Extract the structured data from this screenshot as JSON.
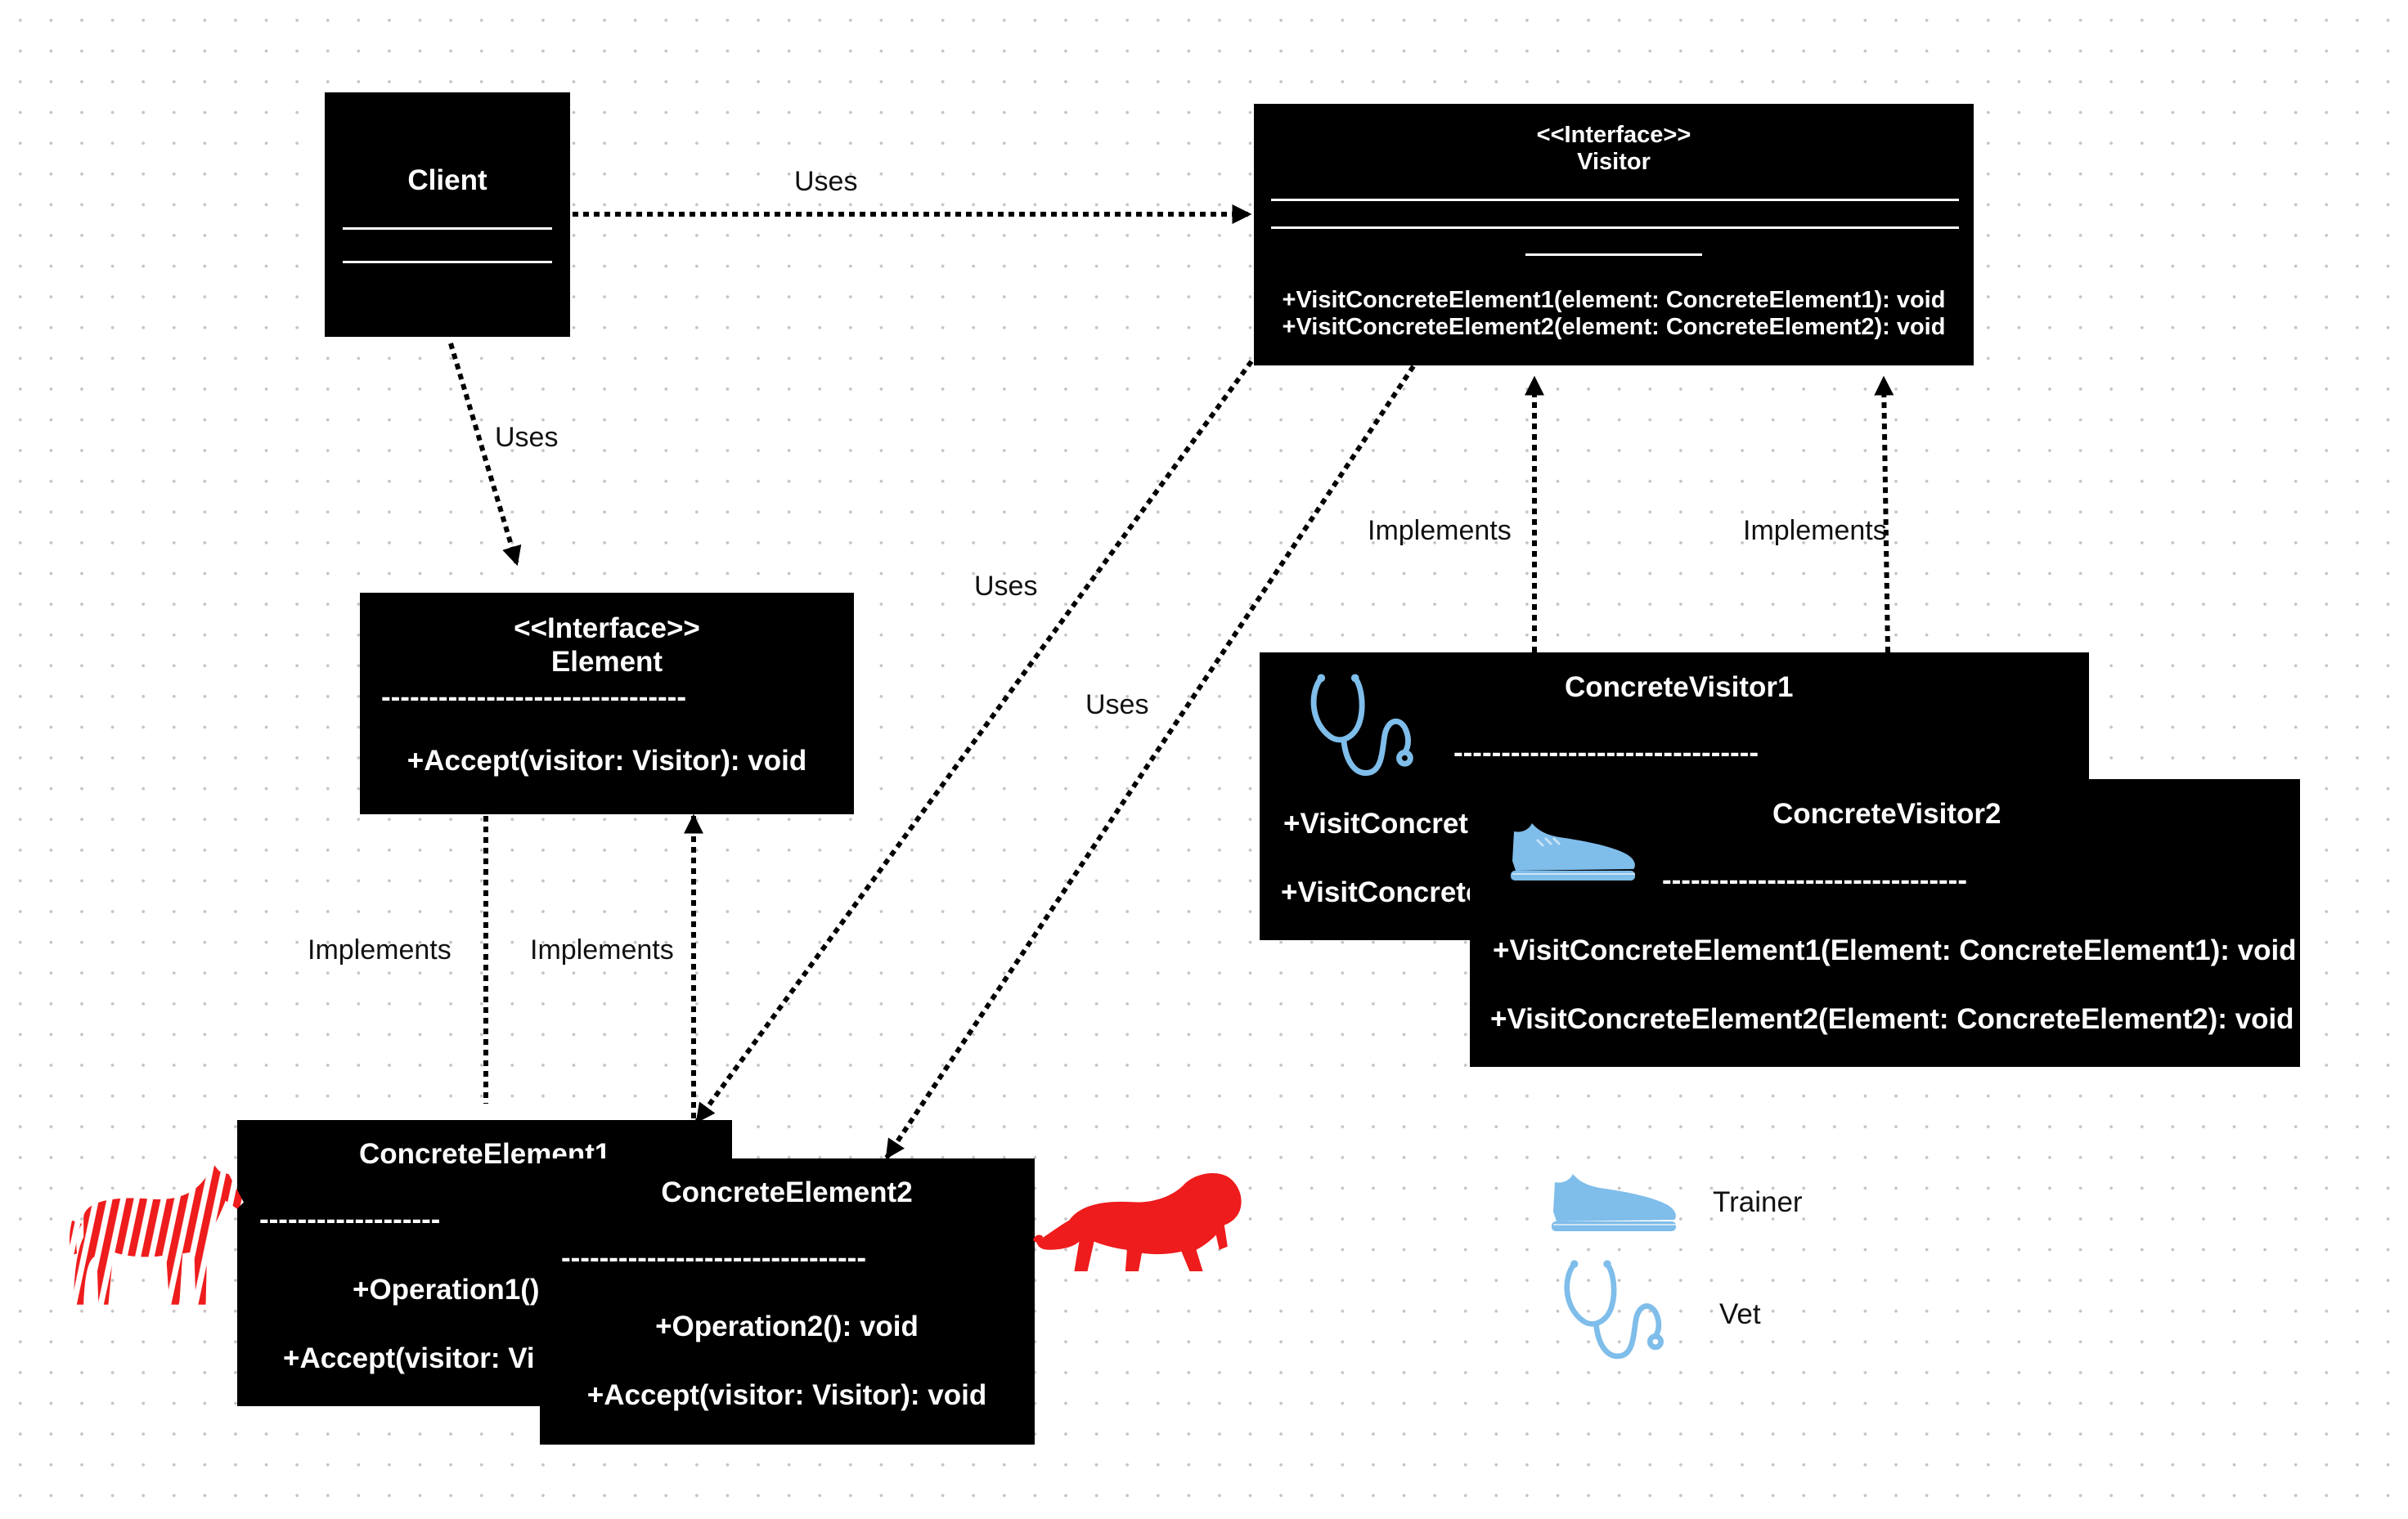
{
  "client": {
    "name": "Client"
  },
  "visitor": {
    "stereotype": "<<Interface>>",
    "name": "Visitor",
    "methods": [
      "+VisitConcreteElement1(element: ConcreteElement1): void",
      "+VisitConcreteElement2(element: ConcreteElement2): void"
    ]
  },
  "element": {
    "stereotype": "<<Interface>>",
    "name": "Element",
    "separator": "--------------------------------",
    "methods": [
      "+Accept(visitor: Visitor): void"
    ]
  },
  "concrete_visitor1": {
    "name": "ConcreteVisitor1",
    "separator": "--------------------------------",
    "methods_visible": [
      "+VisitConcret",
      "+VisitConcrete"
    ],
    "icon": "stethoscope-icon"
  },
  "concrete_visitor2": {
    "name": "ConcreteVisitor2",
    "separator": "--------------------------------",
    "methods": [
      "+VisitConcreteElement1(Element: ConcreteElement1): void",
      "+VisitConcreteElement2(Element: ConcreteElement2): void"
    ],
    "icon": "sneaker-icon"
  },
  "concrete_element1": {
    "name": "ConcreteElement1",
    "separator": "-------------------",
    "methods_visible": [
      "+Operation1()",
      "+Accept(visitor: Vi"
    ],
    "icon": "zebra-icon"
  },
  "concrete_element2": {
    "name": "ConcreteElement2",
    "separator": "--------------------------------",
    "methods": [
      "+Operation2(): void",
      "+Accept(visitor: Visitor): void"
    ],
    "icon": "lion-icon"
  },
  "relations": {
    "client_visitor": "Uses",
    "client_element": "Uses",
    "visitor_ce2_left": "Uses",
    "visitor_ce2_right": "Uses",
    "cv1_visitor": "Implements",
    "cv2_visitor": "Implements",
    "ce1_element": "Implements",
    "ce2_element": "Implements"
  },
  "legend": [
    {
      "icon": "sneaker-icon",
      "label": "Trainer"
    },
    {
      "icon": "stethoscope-icon",
      "label": "Vet"
    }
  ],
  "colors": {
    "box": "#000000",
    "accent_blue": "#7fbdea",
    "accent_red": "#ee1c1c"
  }
}
